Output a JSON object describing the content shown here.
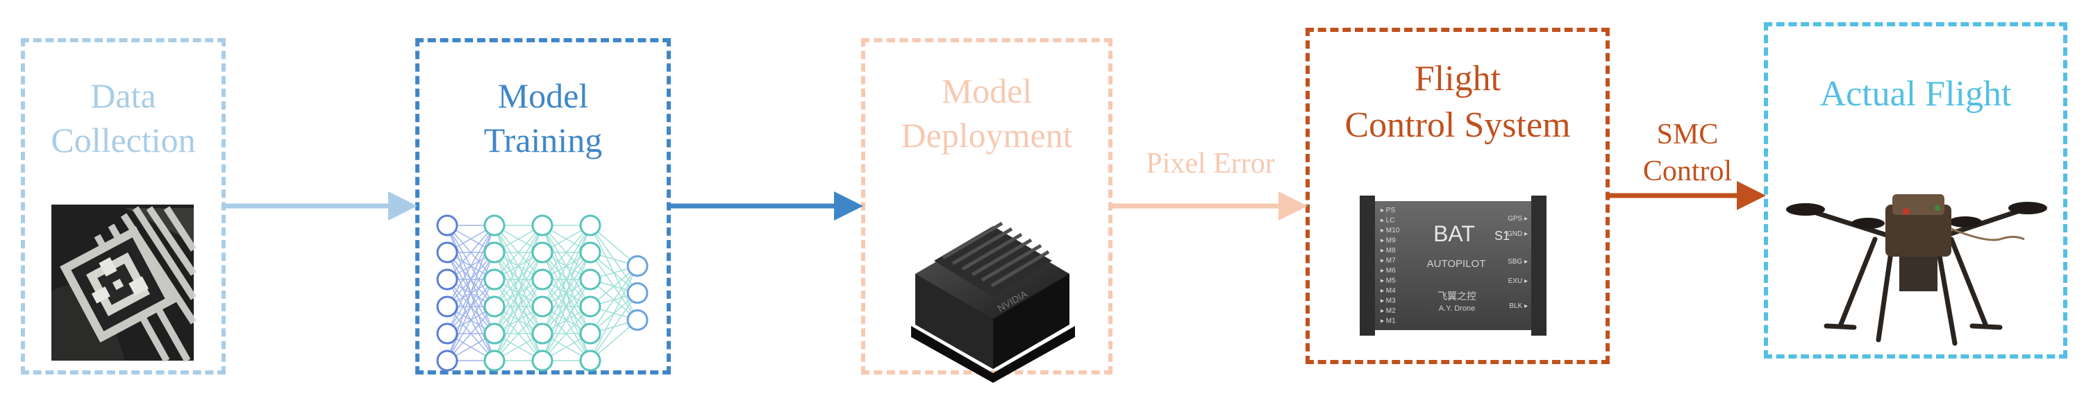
{
  "stages": [
    {
      "id": "data-collection",
      "lines": [
        "Data",
        "Collection"
      ],
      "color": "#a9cde8"
    },
    {
      "id": "model-training",
      "lines": [
        "Model",
        "Training"
      ],
      "color": "#3f86c8"
    },
    {
      "id": "model-deployment",
      "lines": [
        "Model",
        "Deployment"
      ],
      "color": "#f6c9b1"
    },
    {
      "id": "flight-control",
      "lines": [
        "Flight",
        "Control System"
      ],
      "color": "#c0511e"
    },
    {
      "id": "actual-flight",
      "lines": [
        "Actual Flight"
      ],
      "color": "#53bfe3"
    }
  ],
  "edges": [
    {
      "from": "data-collection",
      "to": "model-training",
      "label": [],
      "color": "#a9cde8"
    },
    {
      "from": "model-training",
      "to": "model-deployment",
      "label": [],
      "color": "#3f86c8"
    },
    {
      "from": "model-deployment",
      "to": "flight-control",
      "label": [
        "Pixel Error"
      ],
      "color": "#f6c9b1"
    },
    {
      "from": "flight-control",
      "to": "actual-flight",
      "label": [
        "SMC",
        "Control"
      ],
      "color": "#c0511e"
    }
  ],
  "images": {
    "marker_photo": "camera view of landing marker",
    "neural_network": "neural network",
    "jetson_module": "NVIDIA",
    "autopilot_board": {
      "brand": "BAT",
      "model": "S1",
      "caption": "AUTOPILOT",
      "maker_cn": "飞翼之控",
      "maker": "A.Y. Drone",
      "left_pins": [
        "PS",
        "LC",
        "M10",
        "M9",
        "M8",
        "M7",
        "M6",
        "M5",
        "M4",
        "M3",
        "M2",
        "M1"
      ],
      "right_pins": [
        "GPS",
        "GND",
        "SBG",
        "EXU",
        "BLK"
      ]
    },
    "drone_photo": "quadrotor drone"
  }
}
